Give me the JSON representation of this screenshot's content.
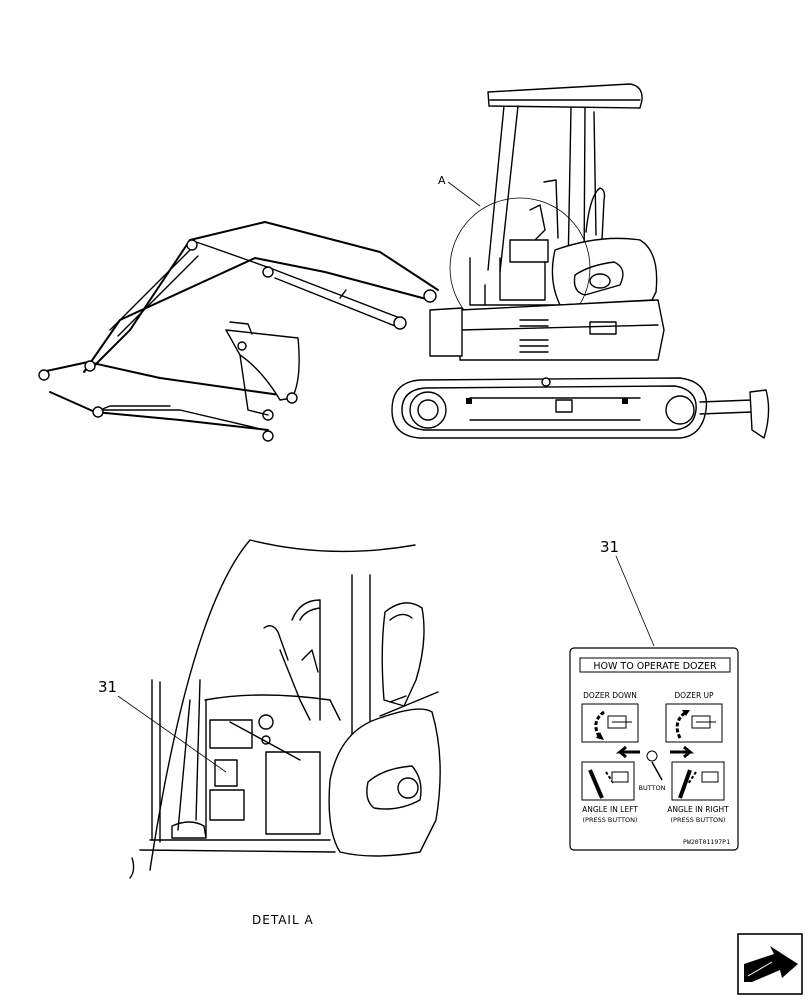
{
  "detail_marker": "A",
  "detail_caption": "DETAIL A",
  "callouts": {
    "cab_callout": "31",
    "decal_callout": "31"
  },
  "decal": {
    "title": "HOW TO OPERATE DOZER",
    "dozer_down": "DOZER DOWN",
    "dozer_up": "DOZER UP",
    "button": "BUTTON",
    "angle_left": "ANGLE IN LEFT",
    "angle_left_note": "(PRESS BUTTON)",
    "angle_right": "ANGLE IN RIGHT",
    "angle_right_note": "(PRESS BUTTON)",
    "part_code": "PW20T01197P1"
  },
  "nav": {
    "icon": "next-page-arrow-icon"
  }
}
